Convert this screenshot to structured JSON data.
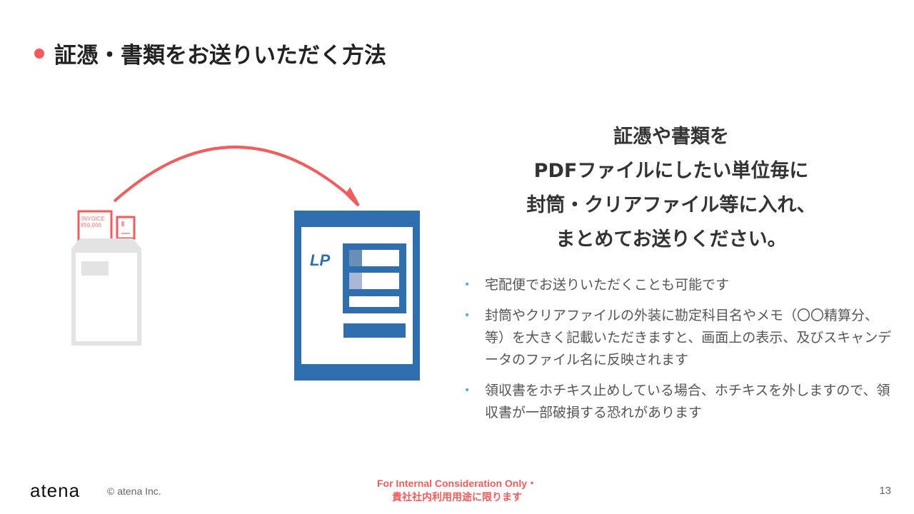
{
  "title": "証憑・書類をお送りいただく方法",
  "illustration": {
    "invoice_label": "INVOICE",
    "invoice_amount": "¥50,000",
    "logo_text": "LP"
  },
  "headline": [
    "証憑や書類を",
    "PDFファイルにしたい単位毎に",
    "封筒・クリアファイル等に入れ、",
    "まとめてお送りください。"
  ],
  "bullets": [
    "宅配便でお送りいただくことも可能です",
    "封筒やクリアファイルの外装に勘定科目名やメモ（〇〇精算分、等）を大きく記載いただきますと、画面上の表示、及びスキャンデータのファイル名に反映されます",
    "領収書をホチキス止めしている場合、ホチキスを外しますので、領収書が一部破損する恐れがあります"
  ],
  "footer": {
    "logo": "atena",
    "copyright": "© atena Inc.",
    "notice_line1": "For Internal Consideration Only・",
    "notice_line2": "貴社社内利用用途に限ります",
    "page_number": "13"
  },
  "colors": {
    "accent": "#f25c5c",
    "blue": "#2f6fb0",
    "gray": "#e3e3e3"
  }
}
